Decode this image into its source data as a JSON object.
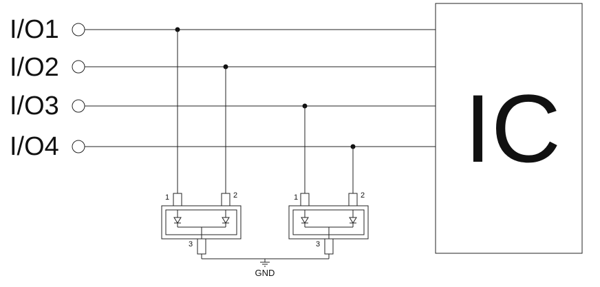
{
  "io_pins": [
    {
      "label": "I/O1"
    },
    {
      "label": "I/O2"
    },
    {
      "label": "I/O3"
    },
    {
      "label": "I/O4"
    }
  ],
  "ic": {
    "label": "IC"
  },
  "tvs_array_1": {
    "pin1": "1",
    "pin2": "2",
    "pin3": "3"
  },
  "tvs_array_2": {
    "pin1": "1",
    "pin2": "2",
    "pin3": "3"
  },
  "ground": {
    "label": "GND"
  }
}
